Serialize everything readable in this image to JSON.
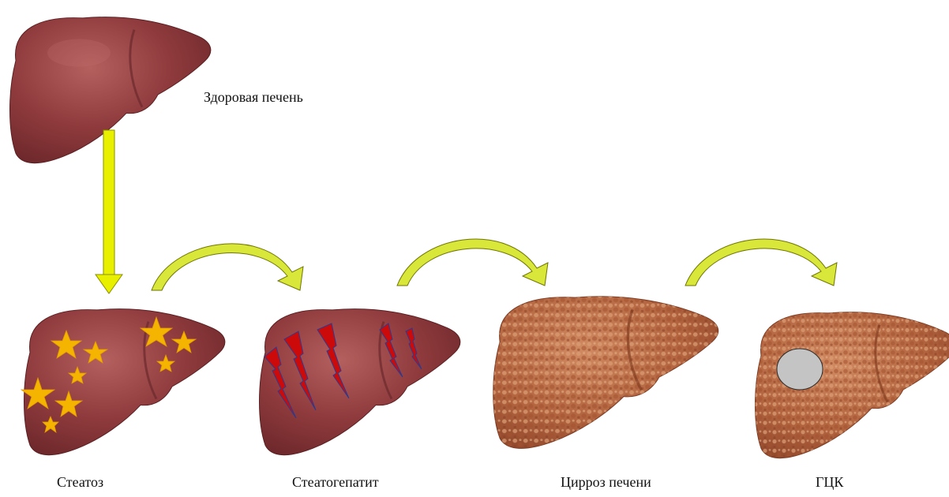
{
  "stages": {
    "healthy": {
      "label": "Здоровая печень"
    },
    "steatosis": {
      "label": "Стеатоз"
    },
    "steatohepatitis": {
      "label": "Стеатогепатит"
    },
    "cirrhosis": {
      "label": "Цирроз печени"
    },
    "hcc": {
      "label": "ГЦК"
    }
  },
  "colors": {
    "liver": "#8e3a3c",
    "liver_highlight": "#b0595a",
    "cirrhotic": "#b66a45",
    "arrow_fill": "#e8f000",
    "arrow_stroke": "#8a8f00",
    "curved_arrow_fill": "#d9e63a",
    "fat_star": "#f5b400",
    "inflammation": "#cc0a0a",
    "tumor": "#c4c4c4"
  }
}
